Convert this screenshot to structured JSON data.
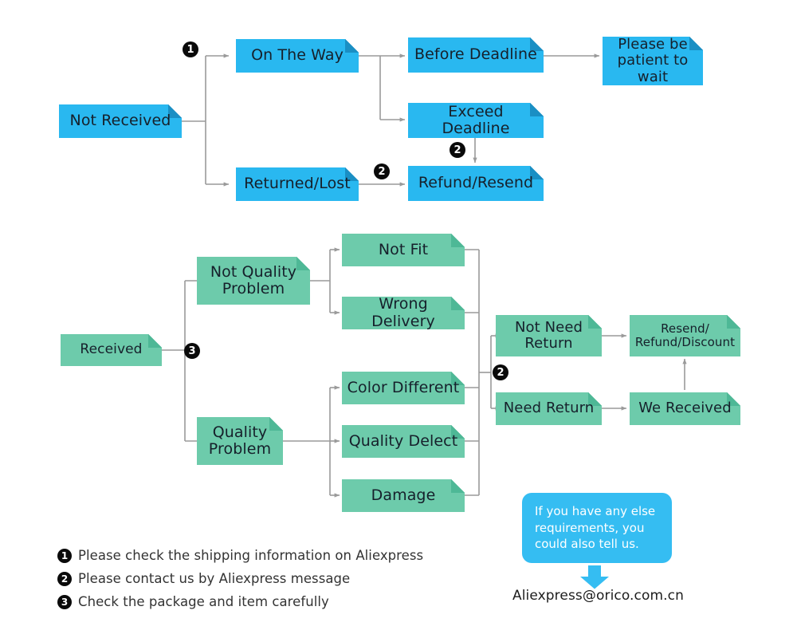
{
  "diagram": {
    "title": "Aliexpress order problem handling flowchart",
    "colors": {
      "blue": "#29b8f0",
      "blue_fold": "#1a8fc4",
      "green": "#6dcbab",
      "green_fold": "#4eb896",
      "connector": "#9a9a9a",
      "badge": "#0a0a0a",
      "callout": "#35bdf2",
      "text": "#1c1c1c"
    },
    "not_received_branch": {
      "root": "Not Received",
      "on_the_way": "On The Way",
      "before_deadline": "Before Deadline",
      "please_be_patient": "Please be\npatient to wait",
      "exceed_deadline": "Exceed Deadline",
      "returned_lost": "Returned/Lost",
      "refund_resend": "Refund/Resend"
    },
    "received_branch": {
      "root": "Received",
      "not_quality_problem": "Not Quality\nProblem",
      "quality_problem": "Quality\nProblem",
      "not_fit": "Not Fit",
      "wrong_delivery": "Wrong Delivery",
      "color_different": "Color Different",
      "quality_delect": "Quality Delect",
      "damage": "Damage",
      "not_need_return": "Not Need\nReturn",
      "need_return": "Need Return",
      "we_received": "We Received",
      "resend_refund_discount": "Resend/\nRefund/Discount"
    },
    "badges": {
      "one": "❶",
      "two": "❷",
      "three": "❸",
      "one_num": "1",
      "two_num": "2",
      "three_num": "3"
    },
    "legend": [
      {
        "num": "1",
        "text": "Please check the shipping information on Aliexpress"
      },
      {
        "num": "2",
        "text": "Please contact us by Aliexpress message"
      },
      {
        "num": "3",
        "text": "Check the package and item carefully"
      }
    ],
    "contact": {
      "callout": "If you have any else requirements, you could also tell us.",
      "email": "Aliexpress@orico.com.cn"
    }
  }
}
